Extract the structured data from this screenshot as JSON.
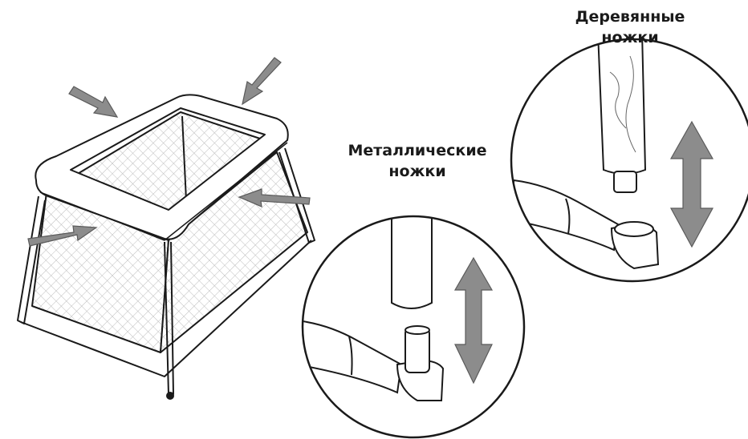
{
  "labels": {
    "metal_legs": {
      "line1": "Металлические",
      "line2": "ножки"
    },
    "wooden_legs": {
      "line1": "Деревянные",
      "line2": "ножки"
    }
  },
  "colors": {
    "line": "#1a1a1a",
    "arrow": "#8c8c8c",
    "arrow_stroke": "#5a5a5a",
    "mesh": "#bdbdbd",
    "background": "#ffffff"
  },
  "icons": [
    "crib-illustration",
    "double-arrow-icon",
    "arrow-icon"
  ]
}
